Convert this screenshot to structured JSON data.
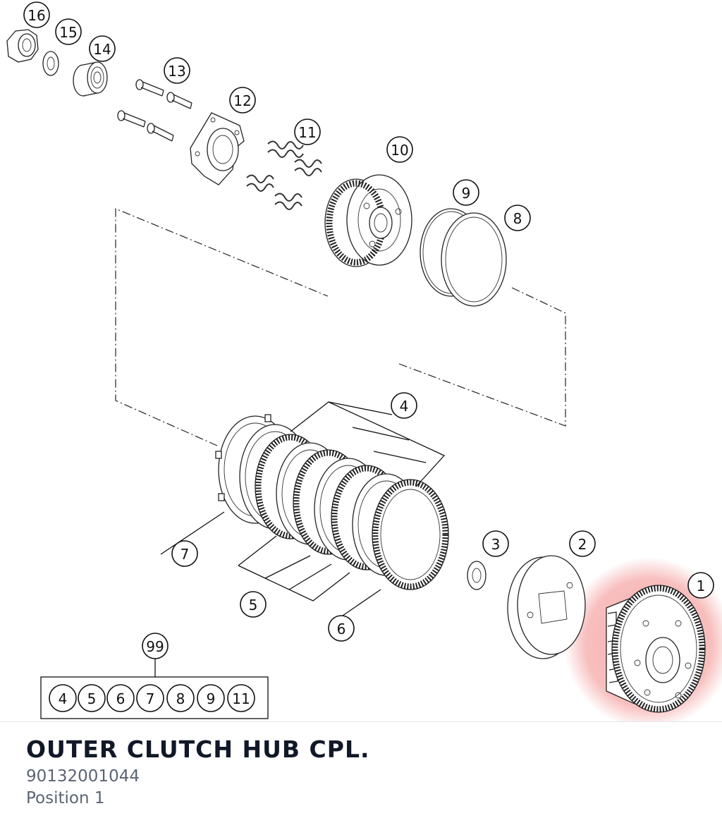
{
  "diagram": {
    "callouts": [
      "16",
      "15",
      "14",
      "13",
      "12",
      "11",
      "10",
      "9",
      "8",
      "4",
      "7",
      "5",
      "6",
      "3",
      "2",
      "1",
      "99"
    ],
    "kit": {
      "label": "99",
      "members": [
        "4",
        "5",
        "6",
        "7",
        "8",
        "9",
        "11"
      ]
    },
    "highlight": {
      "part": "1",
      "color": "#f28b8b"
    }
  },
  "part": {
    "title": "OUTER CLUTCH HUB CPL.",
    "number": "90132001044",
    "position": "Position 1"
  }
}
